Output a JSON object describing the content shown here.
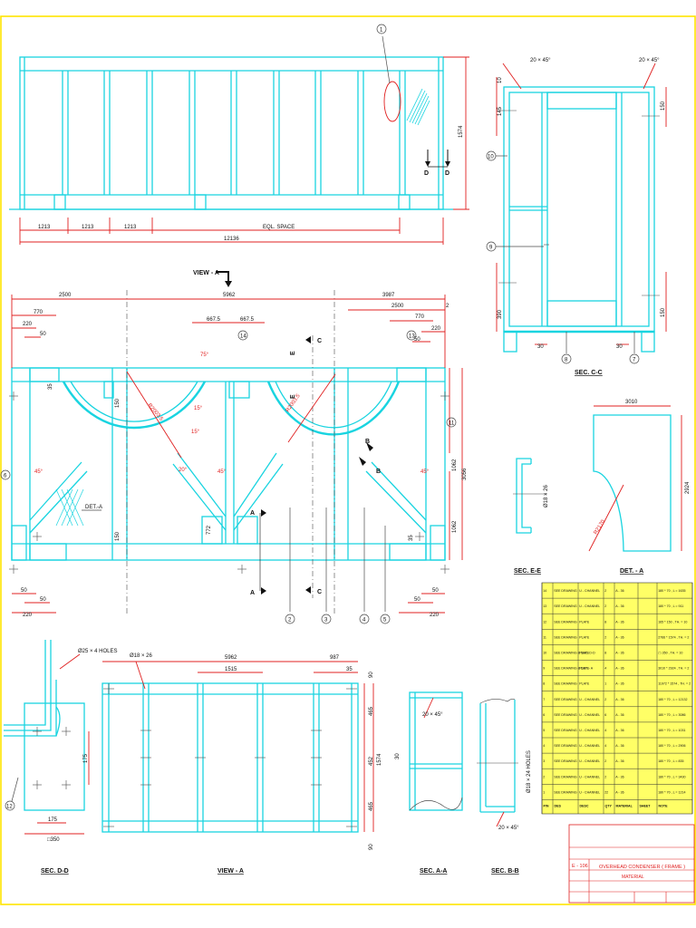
{
  "colors": {
    "frame": "#19d4e0",
    "dimension": "#e02020",
    "text": "#111111",
    "border": "#ffe400",
    "table_fill": "#ffff66"
  },
  "top_view": {
    "callout": "1",
    "dims": {
      "bay1": "1213",
      "bay2": "1213",
      "bay3": "1213",
      "equal_space": "EQL. SPACE",
      "total": "12136",
      "height": "1574"
    },
    "section_marks": {
      "left": "D",
      "right": "D"
    }
  },
  "view_a_arrow": "VIEW - A",
  "front_view": {
    "dims": {
      "d2500a": "2500",
      "d5962": "5962",
      "d3987": "3987",
      "d2500b": "2500",
      "d770a": "770",
      "d220a": "220",
      "d50a": "50",
      "d6675a": "667.5",
      "d6675b": "667.5",
      "d770b": "770",
      "d220b": "220",
      "d50b": "50",
      "d2": "2",
      "radius_a": "R2003.5",
      "radius_b": "R2003.5",
      "d150": "150",
      "d772": "772",
      "d35a": "35",
      "d35b": "35",
      "d1062a": "1062",
      "d3056": "3056",
      "d1062b": "1062",
      "d150b": "150",
      "d75": "75°",
      "d15a": "15°",
      "d15b": "15°",
      "d45a": "45°",
      "d45b": "45°",
      "d45c": "45°",
      "d20": "20°",
      "bot50a": "50",
      "bot50b": "50",
      "bot220a": "220",
      "bot50c": "50",
      "bot50d": "50",
      "bot220b": "220"
    },
    "section_marks": {
      "c": "C",
      "e": "E",
      "a": "A",
      "b": "B"
    },
    "det_label": "DET.-A",
    "callouts": [
      "2",
      "3",
      "4",
      "5",
      "6",
      "11",
      "13",
      "14"
    ]
  },
  "sec_c": {
    "title": "SEC. C-C",
    "chamfer_left": "20 × 45°",
    "chamfer_right": "20 × 45°",
    "dims": {
      "d10": "10",
      "d145": "145",
      "d150a": "150",
      "d390": "390",
      "d150b": "150",
      "d30a": "30",
      "d30b": "30"
    },
    "callouts": [
      "10",
      "9",
      "8",
      "7"
    ]
  },
  "sec_e": {
    "title": "SEC. E-E",
    "hole": "Ø18 × 26"
  },
  "det_a": {
    "title": "DET. - A",
    "dims": {
      "width": "3010",
      "height": "2924",
      "radius": "R2170"
    }
  },
  "sec_d": {
    "title": "SEC. D-D",
    "holes": "Ø25 × 4 HOLES",
    "dims": {
      "d175a": "175",
      "d175b": "175",
      "d350": "□350"
    },
    "callout": "12"
  },
  "view_a": {
    "title": "VIEW - A",
    "holes": "Ø18 × 26",
    "dims": {
      "d5962": "5962",
      "d987": "987",
      "d1515": "1515",
      "d35": "35",
      "d90a": "90",
      "d465a": "465",
      "d452": "452",
      "d1574": "1574",
      "d465b": "465",
      "d90b": "90",
      "d30": "30"
    }
  },
  "sec_aa": {
    "title": "SEC. A-A",
    "chamfer": "20 × 45°"
  },
  "sec_bb": {
    "title": "SEC. B-B",
    "holes": "Ø18 × 24 HOLES",
    "chamfer": "20 × 45°"
  },
  "bom": {
    "headers": [
      "P/N",
      "DES",
      "DESC",
      "QTY",
      "MATERIAL",
      "SHEET",
      "NOTE"
    ],
    "rows": [
      [
        "14",
        "SEE DRAWING",
        "U - CHANNEL",
        "2",
        "A - 36",
        "",
        "180 * 70 , L = 1635"
      ],
      [
        "13",
        "SEE DRAWING",
        "U - CHANNEL",
        "2",
        "A - 36",
        "",
        "180 * 70 , L = 911"
      ],
      [
        "12",
        "SEE DRAWING",
        "PLATE",
        "8",
        "A - 36",
        "",
        "165 * 150 , TH. = 10"
      ],
      [
        "11",
        "SEE DRAWING",
        "PLATE",
        "2",
        "A - 36",
        "",
        "2766 * 1574 , TH. = 2"
      ],
      [
        "10",
        "SEE DRAWING & SEC. D-D",
        "PLATE",
        "8",
        "A - 36",
        "",
        "▢ 350 , TH. = 10"
      ],
      [
        "9",
        "SEE DRAWING & DET. - A",
        "PLATE",
        "4",
        "A - 36",
        "",
        "3010 * 2924 , TH. = 2"
      ],
      [
        "8",
        "SEE DRAWING",
        "PLATE",
        "1",
        "A - 36",
        "",
        "11972 * 1574 , TH. = 2"
      ],
      [
        "7",
        "SEE DRAWING",
        "U - CHANNEL",
        "2",
        "A - 36",
        "",
        "180 * 70 , L = 12132"
      ],
      [
        "6",
        "SEE DRAWING",
        "U - CHANNEL",
        "6",
        "A - 36",
        "",
        "180 * 70 , L = 3086"
      ],
      [
        "5",
        "SEE DRAWING",
        "U - CHANNEL",
        "4",
        "A - 36",
        "",
        "180 * 70 , L = 1031"
      ],
      [
        "4",
        "SEE DRAWING",
        "U - CHANNEL",
        "4",
        "A - 36",
        "",
        "180 * 70 , L = 2906"
      ],
      [
        "3",
        "SEE DRAWING",
        "U - CHANNEL",
        "2",
        "A - 36",
        "",
        "180 * 70 , L = 835"
      ],
      [
        "2",
        "SEE DRAWING",
        "U - CHANNEL",
        "2",
        "A - 36",
        "",
        "180 * 70 , L = 3430"
      ],
      [
        "1",
        "SEE DRAWING",
        "U - CHANNEL",
        "22",
        "A - 36",
        "",
        "180 * 70 , L = 1214"
      ]
    ]
  },
  "title_block": {
    "number": "E - 106",
    "title": "OVERHEAD CONDENSER ( FRAME )",
    "subtitle": "MATERIAL"
  }
}
